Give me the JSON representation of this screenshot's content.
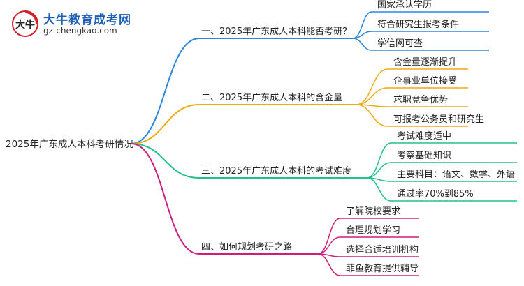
{
  "logo": {
    "mark_text": "大牛",
    "title": "大牛教育成考网",
    "url": "gz-chengkao.com"
  },
  "mindmap": {
    "root": "2025年广东成人本科考研情况",
    "branches": [
      {
        "label": "一、2025年广东成人本科能否考研？",
        "color": "#2b87dc",
        "children": [
          "国家承认学历",
          "符合研究生报考条件",
          "学信网可查"
        ]
      },
      {
        "label": "二、2025年广东成人本科的含金量",
        "color": "#f0aa14",
        "children": [
          "含金量逐渐提升",
          "企事业单位接受",
          "求职竞争优势",
          "可报考公务员和研究生"
        ]
      },
      {
        "label": "三、2025年广东成人本科的考试难度",
        "color": "#22c08c",
        "children": [
          "考试难度适中",
          "考察基础知识",
          "主要科目：语文、数学、外语",
          "通过率70%到85%"
        ]
      },
      {
        "label": "四、如何规划考研之路",
        "color": "#cc1f7d",
        "children": [
          "了解院校要求",
          "合理规划学习",
          "选择合适培训机构",
          "菲鱼教育提供辅导"
        ]
      }
    ]
  }
}
